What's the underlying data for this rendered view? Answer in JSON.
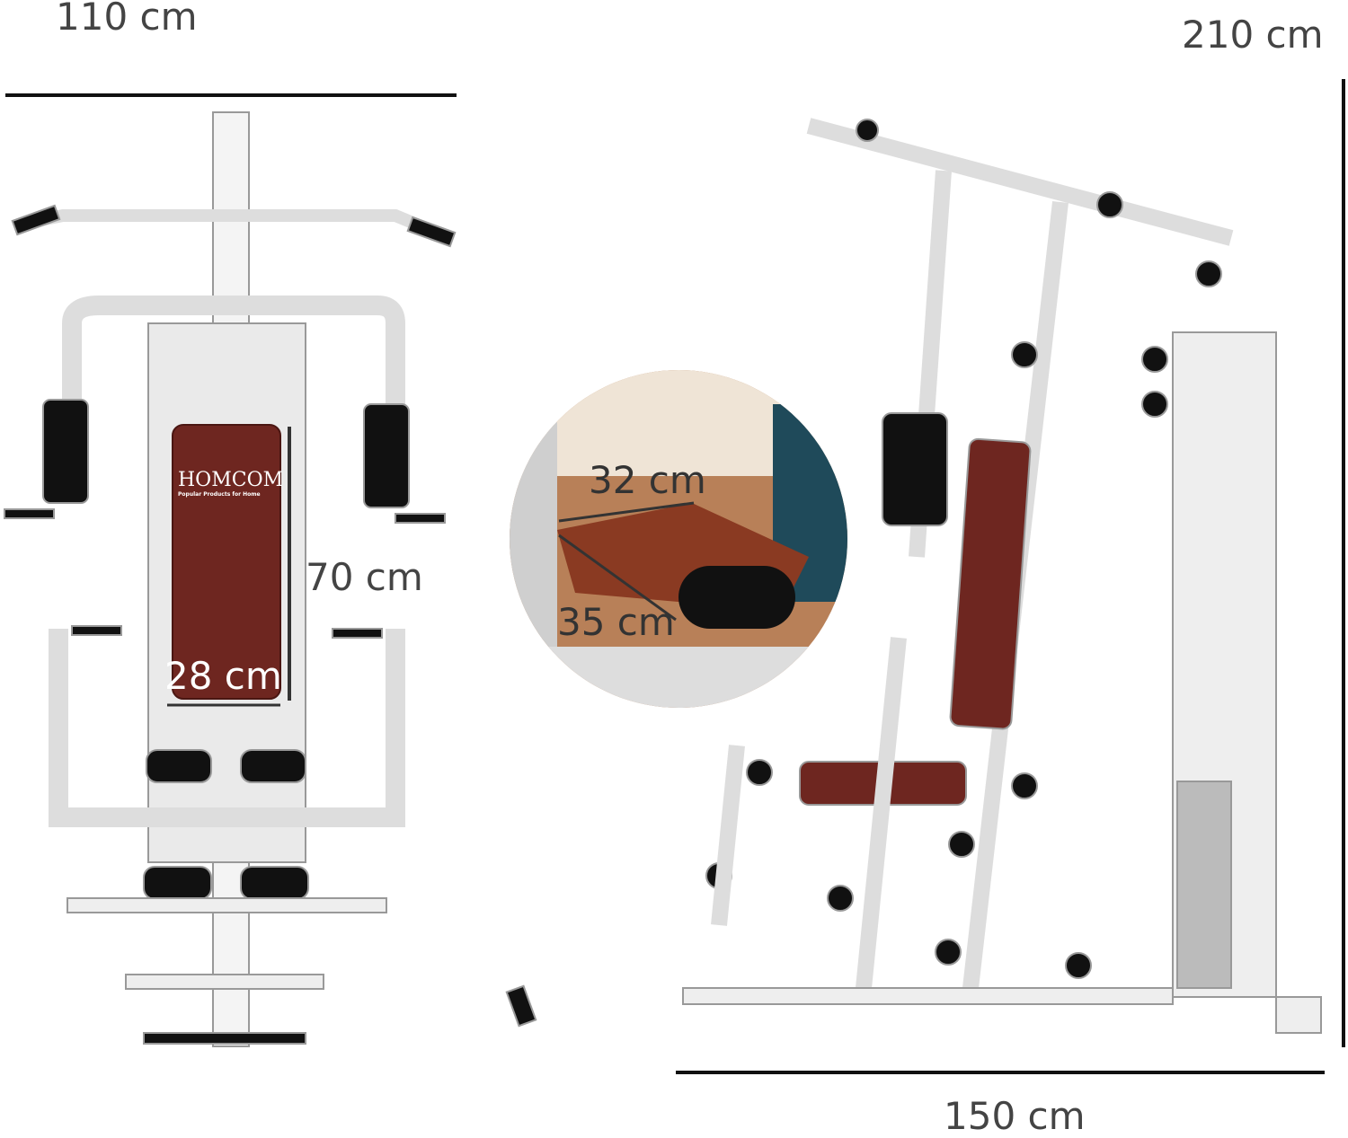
{
  "dimensions": {
    "width": "110 cm",
    "height": "210 cm",
    "length": "150 cm",
    "backrest_height": "70 cm",
    "backrest_width": "28 cm",
    "seat_depth": "32 cm",
    "seat_width": "35 cm"
  },
  "brand": {
    "name": "HOMCOM",
    "tagline": "Popular Products for Home"
  },
  "colors": {
    "frame": "#f2f2f2",
    "pad": "#7a2a22",
    "foam": "#111111",
    "outline": "#888888"
  }
}
